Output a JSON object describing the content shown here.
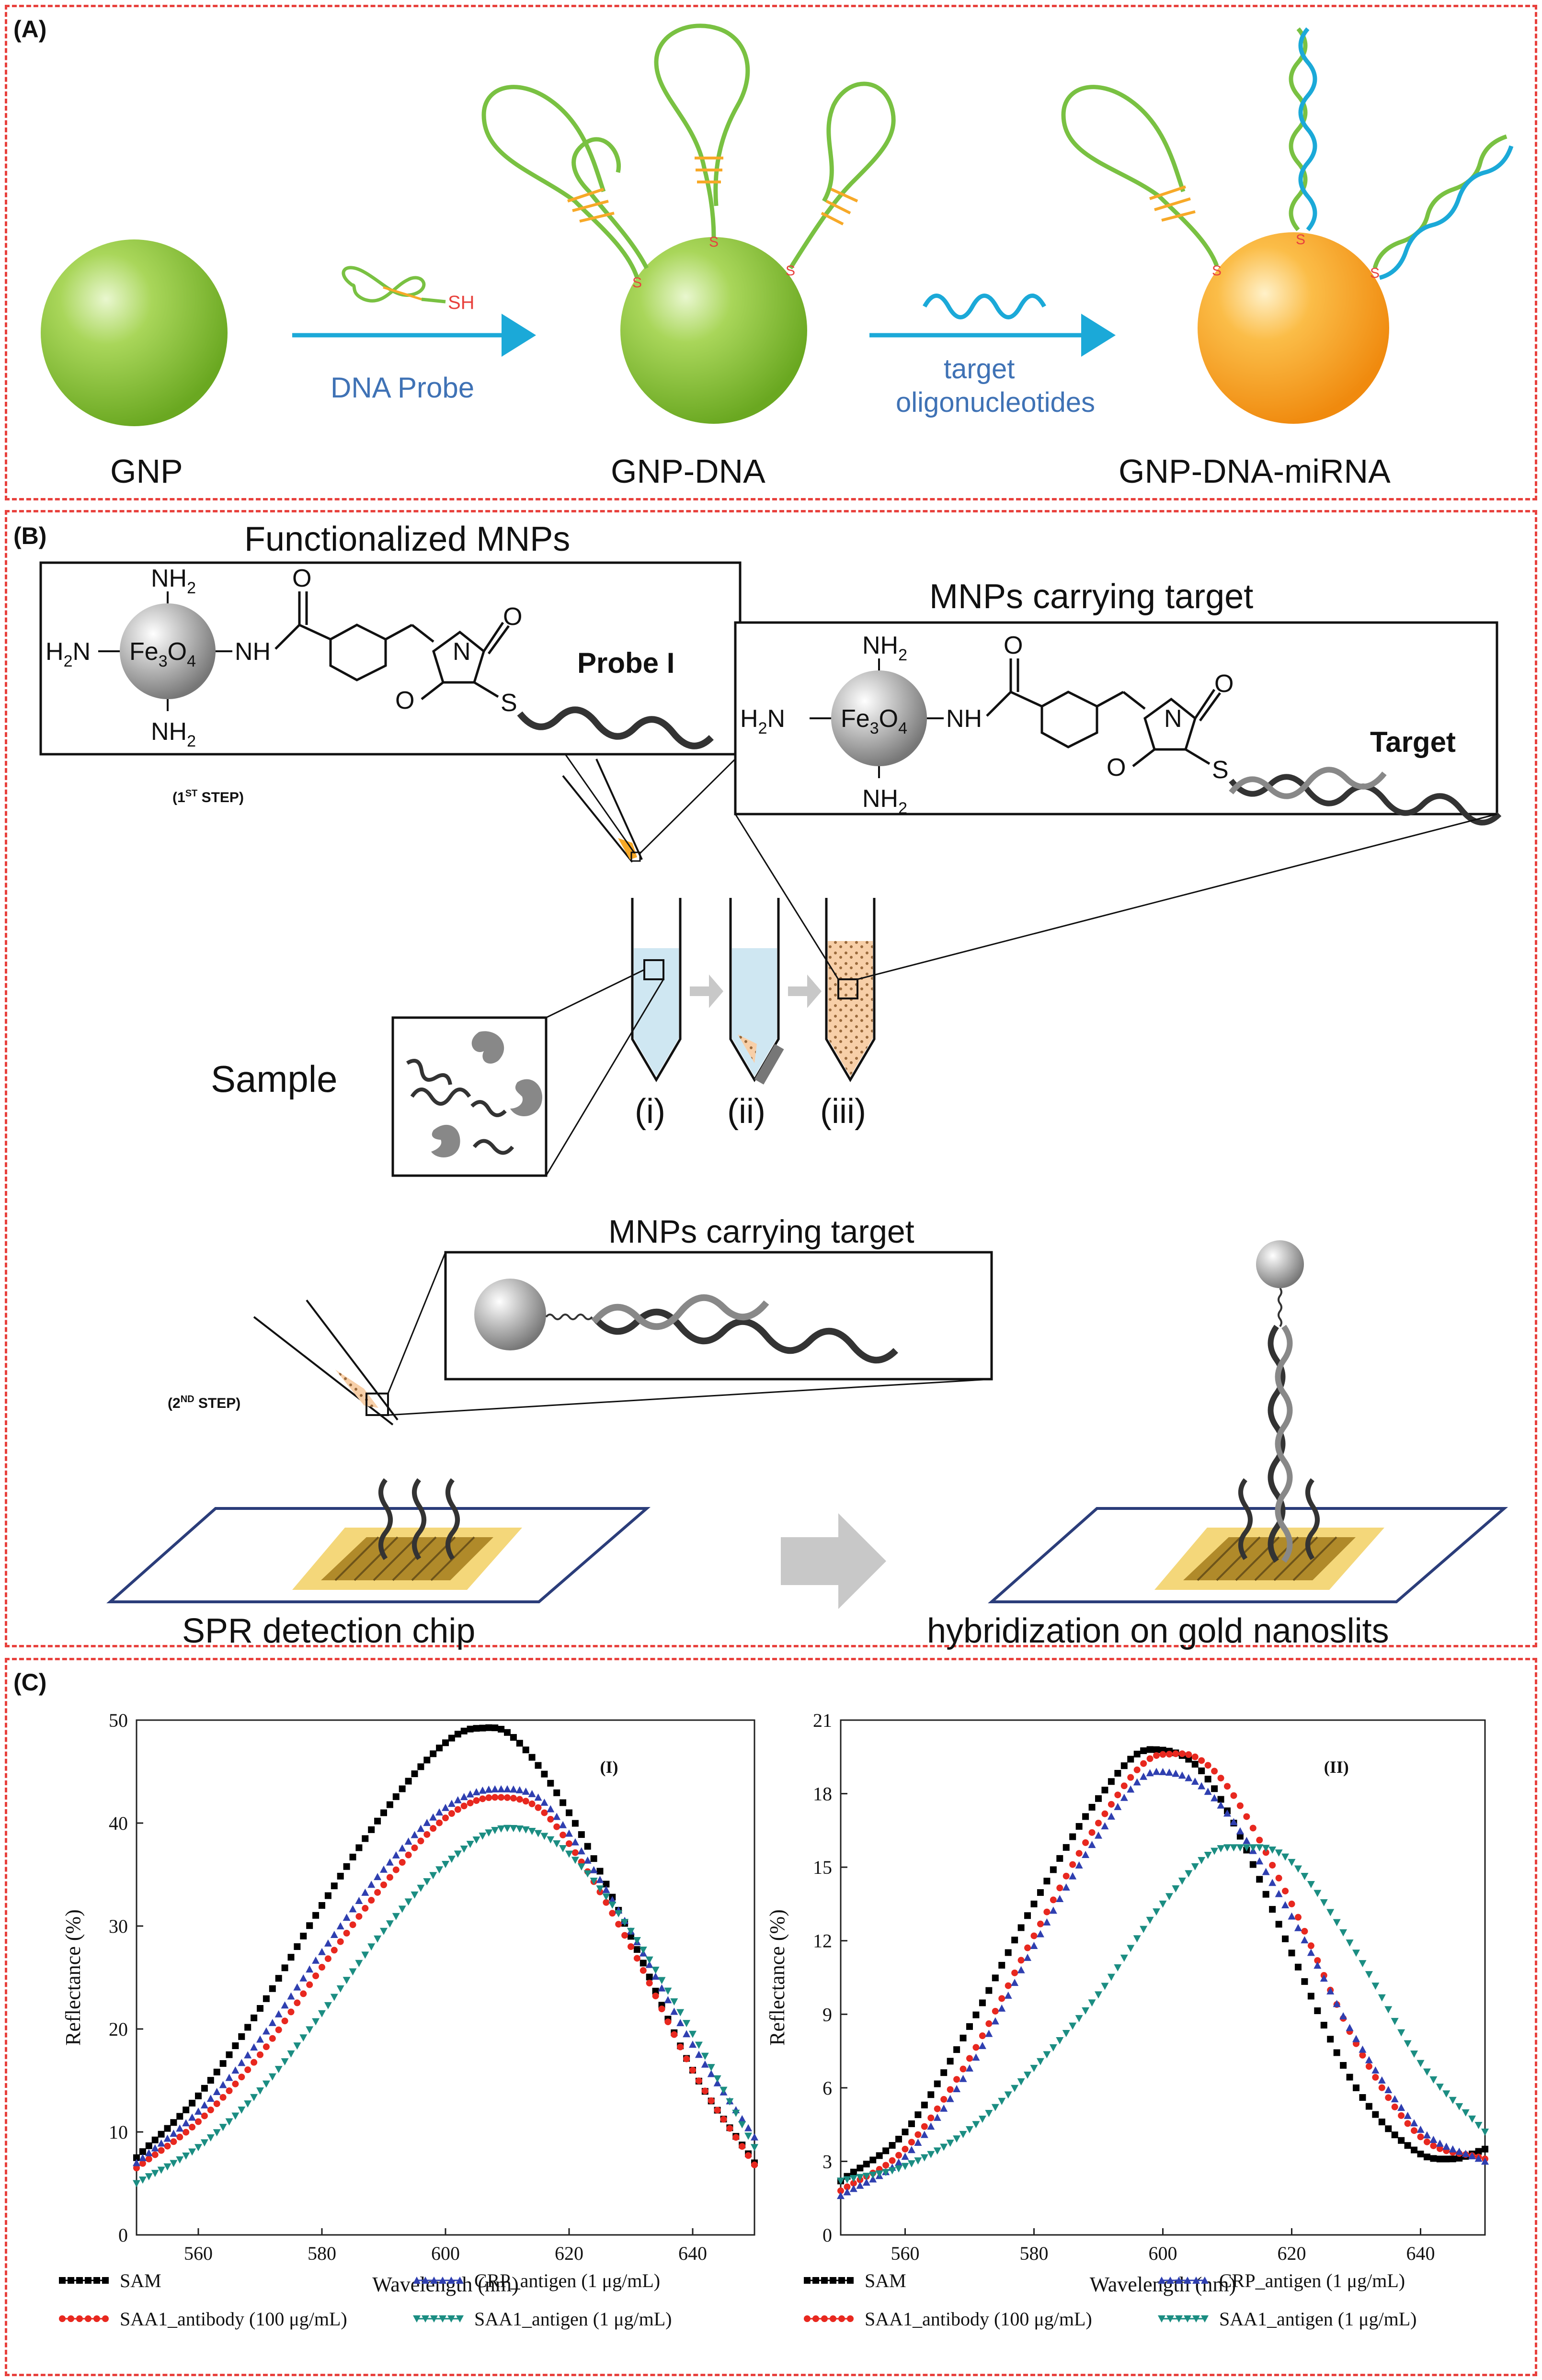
{
  "panel_a": {
    "label": "(A)",
    "probe_sh": "SH",
    "arrow1_label": "DNA Probe",
    "arrow2_label_line1": "target",
    "arrow2_label_line2": "oligonucleotides",
    "linker_s": "S",
    "np1_caption": "GNP",
    "np2_caption": "GNP-DNA",
    "np3_caption": "GNP-DNA-miRNA",
    "colors": {
      "gnp": "#8cc63f",
      "gnp_conjugated": "#f7a928",
      "arrow": "#1ba9d8",
      "dna": "#79c142",
      "mirna": "#1ba9d8",
      "link": "#e8413d"
    }
  },
  "panel_b": {
    "label": "(B)",
    "title_functionalized": "Functionalized MNPs",
    "title_carrying": "MNPs carrying target",
    "title_carrying2": "MNPs carrying target",
    "nh2": "NH",
    "nh2_sub": "2",
    "h2n": "H",
    "h2n_sub": "2",
    "h2n_n": "N",
    "fe": "Fe",
    "fe_sub1": "3",
    "fe_o": "O",
    "fe_sub2": "4",
    "nh": "NH",
    "o": "O",
    "n": "N",
    "s": "S",
    "probe_label": "Probe I",
    "target_label": "Target",
    "step1": "(1",
    "step1_sup": "ST",
    "step1_end": " STEP)",
    "step2": "(2",
    "step2_sup": "ND",
    "step2_end": " STEP)",
    "sample_label": "Sample",
    "tube_labels": [
      "(i)",
      "(ii)",
      "(iii)"
    ],
    "chip_label": "SPR detection chip",
    "hybrid_label": "hybridization on gold nanoslits"
  },
  "panel_c": {
    "label": "(C)"
  },
  "chart_data": [
    {
      "type": "line",
      "annotation": "(I)",
      "xlabel": "Wavelength (nm)",
      "ylabel": "Reflectance (%)",
      "xlim": [
        550,
        650
      ],
      "ylim": [
        0,
        50
      ],
      "xticks": [
        560,
        580,
        600,
        620,
        640
      ],
      "yticks": [
        0,
        10,
        20,
        30,
        40,
        50
      ],
      "series": [
        {
          "name": "SAM",
          "color": "#000000",
          "marker": "square",
          "x": [
            550,
            560,
            570,
            580,
            590,
            600,
            605,
            610,
            620,
            630,
            640,
            650
          ],
          "values": [
            7.5,
            13.5,
            22,
            32,
            41,
            47.8,
            49.2,
            48.8,
            41,
            29,
            16,
            7
          ]
        },
        {
          "name": "SAA1_antibody (100 μg/mL)",
          "color": "#e8281f",
          "marker": "circle",
          "x": [
            550,
            560,
            570,
            580,
            590,
            600,
            608,
            615,
            620,
            630,
            640,
            650
          ],
          "values": [
            6.5,
            11,
            17.5,
            26,
            34,
            40.5,
            42.5,
            41.5,
            38,
            28,
            16,
            6.8
          ]
        },
        {
          "name": "CRP_antigen (1 μg/mL)",
          "color": "#2f3fb0",
          "marker": "triangle-up",
          "x": [
            550,
            560,
            570,
            580,
            590,
            600,
            608,
            615,
            620,
            630,
            640,
            650
          ],
          "values": [
            7,
            12,
            19,
            27.5,
            35.5,
            41.5,
            43.3,
            42.5,
            39,
            29.5,
            18.5,
            9.5
          ]
        },
        {
          "name": "SAA1_antigen (1 μg/mL)",
          "color": "#1b8d82",
          "marker": "triangle-down",
          "x": [
            550,
            560,
            570,
            580,
            590,
            600,
            610,
            615,
            620,
            630,
            640,
            650
          ],
          "values": [
            5,
            8.5,
            14,
            21.5,
            29.5,
            36,
            39.5,
            39,
            37,
            29.5,
            19.5,
            8.5
          ]
        }
      ]
    },
    {
      "type": "line",
      "annotation": "(II)",
      "xlabel": "Wavelength (nm)",
      "ylabel": "Reflectance (%)",
      "xlim": [
        550,
        650
      ],
      "ylim": [
        0,
        21
      ],
      "xticks": [
        560,
        580,
        600,
        620,
        640
      ],
      "yticks": [
        0,
        3,
        6,
        9,
        12,
        15,
        18,
        21
      ],
      "series": [
        {
          "name": "SAM",
          "color": "#000000",
          "marker": "square",
          "x": [
            550,
            560,
            570,
            580,
            590,
            598,
            605,
            610,
            620,
            630,
            640,
            645,
            650
          ],
          "values": [
            2.2,
            4.2,
            8.5,
            13.5,
            17.8,
            19.8,
            19.2,
            17.3,
            11.5,
            6,
            3.3,
            3.1,
            3.5
          ]
        },
        {
          "name": "SAA1_antibody (100 μg/mL)",
          "color": "#e8281f",
          "marker": "circle",
          "x": [
            550,
            560,
            570,
            580,
            590,
            600,
            605,
            610,
            620,
            630,
            640,
            650
          ],
          "values": [
            1.8,
            3.5,
            7.2,
            12.2,
            16.8,
            19.6,
            19.5,
            18.3,
            13.5,
            7.8,
            4,
            3.1
          ]
        },
        {
          "name": "CRP_antigen (1 μg/mL)",
          "color": "#2f3fb0",
          "marker": "triangle-up",
          "x": [
            550,
            560,
            570,
            580,
            590,
            599,
            605,
            610,
            620,
            630,
            640,
            650
          ],
          "values": [
            1.6,
            3.2,
            6.8,
            11.8,
            16.3,
            18.9,
            18.5,
            17.2,
            13,
            8,
            4.3,
            3
          ]
        },
        {
          "name": "SAA1_antigen (1 μg/mL)",
          "color": "#1b8d82",
          "marker": "triangle-down",
          "x": [
            550,
            560,
            570,
            580,
            590,
            600,
            610,
            615,
            620,
            630,
            640,
            650
          ],
          "values": [
            2.2,
            2.8,
            4.3,
            6.8,
            9.8,
            13.5,
            15.8,
            15.8,
            15.2,
            11.5,
            7,
            4.2
          ]
        }
      ]
    }
  ]
}
